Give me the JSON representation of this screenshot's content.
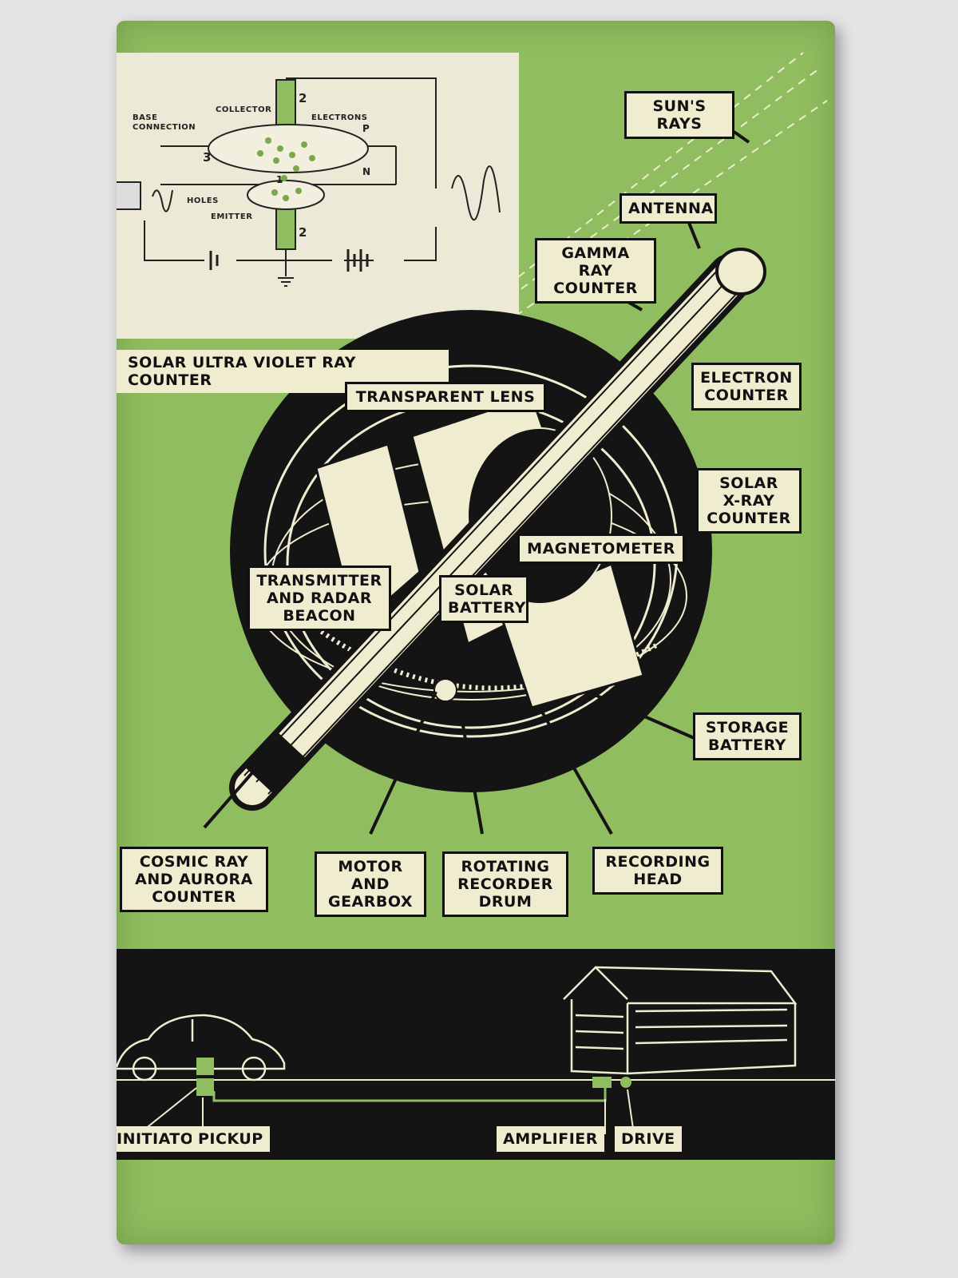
{
  "colors": {
    "background": "#e4e3e5",
    "cover_green": "#8fbd5f",
    "label_cream": "#efeccf",
    "ink": "#111111",
    "band_black": "#141414"
  },
  "transistor_diagram": {
    "collector": "COLLECTOR",
    "base_connection": "BASE\nCONNECTION",
    "electrons": "ELECTRONS",
    "p": "P",
    "n": "N",
    "holes": "HOLES",
    "emitter": "EMITTER",
    "num_3": "3",
    "num_1": "1",
    "num_2_top": "2",
    "num_2_bottom": "2"
  },
  "satellite_labels": {
    "suns_rays": "SUN'S RAYS",
    "antenna": "ANTENNA",
    "gamma_ray_counter": "GAMMA RAY\nCOUNTER",
    "solar_uv_counter": "SOLAR ULTRA VIOLET RAY COUNTER",
    "transparent_lens": "TRANSPARENT LENS",
    "electron_counter": "ELECTRON\nCOUNTER",
    "solar_xray_counter": "SOLAR\nX-RAY\nCOUNTER",
    "magnetometer": "MAGNETOMETER",
    "transmitter_radar_beacon": "TRANSMITTER\nAND RADAR\nBEACON",
    "solar_battery": "SOLAR\nBATTERY",
    "storage_battery": "STORAGE\nBATTERY",
    "cosmic_ray_counter": "COSMIC RAY\nAND AURORA\nCOUNTER",
    "motor_gearbox": "MOTOR\nAND\nGEARBOX",
    "rotating_drum": "ROTATING\nRECORDER\nDRUM",
    "recording_head": "RECORDING\nHEAD"
  },
  "bottom_band_labels": {
    "initiator": "INITIATOR",
    "pickup": "PICKUP",
    "amplifier": "AMPLIFIER",
    "drive": "DRIVE"
  }
}
